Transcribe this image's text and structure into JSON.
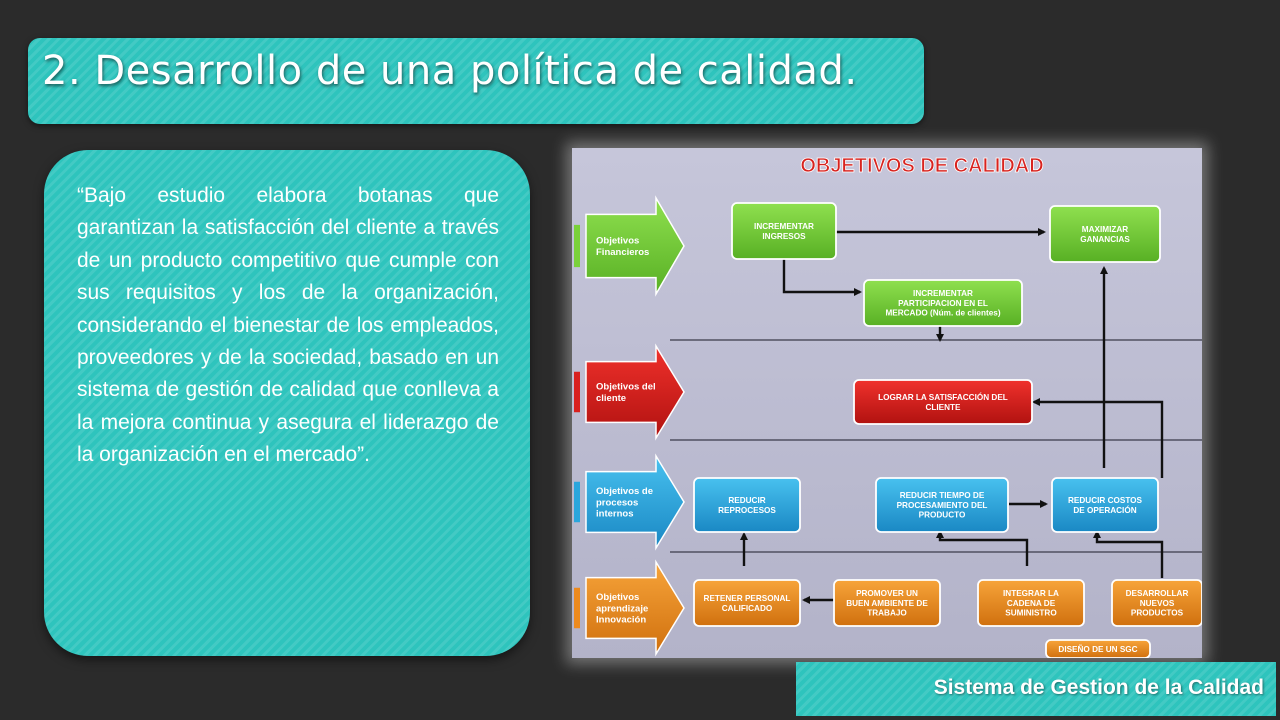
{
  "slide": {
    "title": "2. Desarrollo de una política de calidad.",
    "quote": "“Bajo estudio elabora botanas que garantizan la satisfacción del cliente a través de un producto competitivo que cumple con sus requisitos y los de la organización, considerando el bienestar de los empleados, proveedores y de la sociedad, basado en un sistema de gestión de calidad que conlleva a la mejora continua y asegura el liderazgo de la organización en el mercado”.",
    "footer": "Sistema de Gestion de la Calidad"
  },
  "diagram": {
    "title": "OBJETIVOS DE CALIDAD",
    "arrows": [
      {
        "lines": [
          "Objetivos",
          "Financieros"
        ],
        "color": "#7ad13a"
      },
      {
        "lines": [
          "Objetivos del",
          "cliente"
        ],
        "color": "#d9201f"
      },
      {
        "lines": [
          "Objetivos de",
          "procesos",
          "internos"
        ],
        "color": "#2aa6dc"
      },
      {
        "lines": [
          "Objetivos",
          "aprendizaje",
          "Innovación"
        ],
        "color": "#ec8a1d"
      }
    ],
    "boxes": {
      "incrementar_ingresos": [
        "INCREMENTAR",
        "INGRESOS"
      ],
      "maximizar_ganancias": [
        "MAXIMIZAR",
        "GANANCIAS"
      ],
      "incrementar_participacion": [
        "INCREMENTAR",
        "PARTICIPACION EN EL",
        "MERCADO (Núm. de clientes)"
      ],
      "lograr_satisfaccion": [
        "LOGRAR LA SATISFACCIÓN DEL",
        "CLIENTE"
      ],
      "reducir_reprocesos": [
        "REDUCIR",
        "REPROCESOS"
      ],
      "reducir_tiempo": [
        "REDUCIR TIEMPO DE",
        "PROCESAMIENTO DEL",
        "PRODUCTO"
      ],
      "reducir_costos": [
        "REDUCIR COSTOS",
        "DE OPERACIÓN"
      ],
      "retener_personal": [
        "RETENER PERSONAL",
        "CALIFICADO"
      ],
      "promover_ambiente": [
        "PROMOVER UN",
        "BUEN AMBIENTE DE",
        "TRABAJO"
      ],
      "integrar_cadena": [
        "INTEGRAR LA",
        "CADENA DE",
        "SUMINISTRO"
      ],
      "desarrollar_productos": [
        "DESARROLLAR",
        "NUEVOS",
        "PRODUCTOS"
      ],
      "diseno_sgc": [
        "DISEÑO DE UN SGC"
      ]
    },
    "colors": {
      "financial": "#7ad13a",
      "customer": "#d9201f",
      "process": "#2aa6dc",
      "learning": "#ec8a1d",
      "title_red": "#d8231f",
      "background": "#b9b9cf"
    }
  }
}
